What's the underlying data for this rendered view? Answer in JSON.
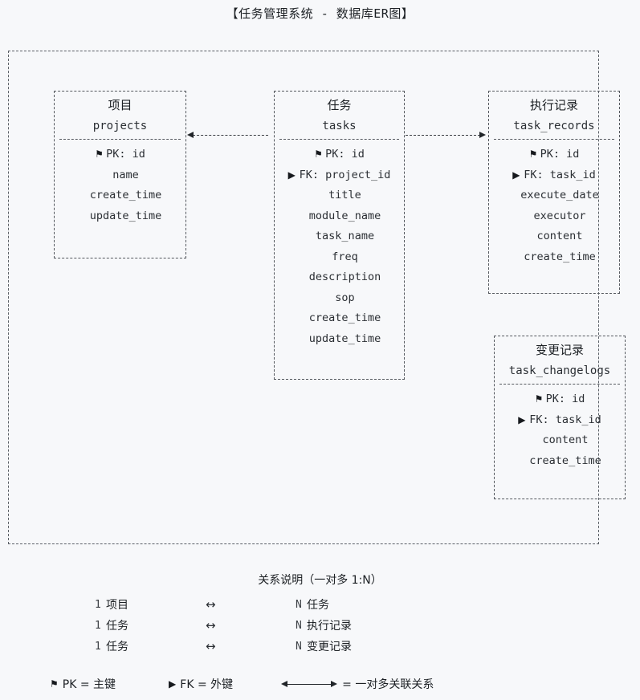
{
  "title": "【任务管理系统 - 数据库ER图】",
  "glyphs": {
    "pk": "⚑",
    "fk": "▶",
    "double_arrow": "↔"
  },
  "colors": {
    "background": "#f7f8fa",
    "text": "#1c2024",
    "line": "#55595f",
    "arrow": "#202428"
  },
  "entities": [
    {
      "key": "projects",
      "cn_name": "项目",
      "en_name": "projects",
      "fields": [
        {
          "glyph": "⚑",
          "kind": "pk",
          "name": "PK: id"
        },
        {
          "glyph": "",
          "kind": "plain",
          "name": "name"
        },
        {
          "glyph": "",
          "kind": "plain",
          "name": "create_time"
        },
        {
          "glyph": "",
          "kind": "plain",
          "name": "update_time"
        }
      ]
    },
    {
      "key": "tasks",
      "cn_name": "任务",
      "en_name": "tasks",
      "fields": [
        {
          "glyph": "⚑",
          "kind": "pk",
          "name": "PK: id"
        },
        {
          "glyph": "▶",
          "kind": "fk",
          "name": "FK: project_id"
        },
        {
          "glyph": "",
          "kind": "plain",
          "name": "title"
        },
        {
          "glyph": "",
          "kind": "plain",
          "name": "module_name"
        },
        {
          "glyph": "",
          "kind": "plain",
          "name": "task_name"
        },
        {
          "glyph": "",
          "kind": "plain",
          "name": "freq"
        },
        {
          "glyph": "",
          "kind": "plain",
          "name": "description"
        },
        {
          "glyph": "",
          "kind": "plain",
          "name": "sop"
        },
        {
          "glyph": "",
          "kind": "plain",
          "name": "create_time"
        },
        {
          "glyph": "",
          "kind": "plain",
          "name": "update_time"
        }
      ]
    },
    {
      "key": "task_records",
      "cn_name": "执行记录",
      "en_name": "task_records",
      "fields": [
        {
          "glyph": "⚑",
          "kind": "pk",
          "name": "PK: id"
        },
        {
          "glyph": "▶",
          "kind": "fk",
          "name": "FK: task_id"
        },
        {
          "glyph": "",
          "kind": "plain",
          "name": "execute_date"
        },
        {
          "glyph": "",
          "kind": "plain",
          "name": "executor"
        },
        {
          "glyph": "",
          "kind": "plain",
          "name": "content"
        },
        {
          "glyph": "",
          "kind": "plain",
          "name": "create_time"
        }
      ]
    },
    {
      "key": "task_changelogs",
      "cn_name": "变更记录",
      "en_name": "task_changelogs",
      "fields": [
        {
          "glyph": "⚑",
          "kind": "pk",
          "name": "PK: id"
        },
        {
          "glyph": "▶",
          "kind": "fk",
          "name": "FK: task_id"
        },
        {
          "glyph": "",
          "kind": "plain",
          "name": "content"
        },
        {
          "glyph": "",
          "kind": "plain",
          "name": "create_time"
        }
      ]
    }
  ],
  "relations_section": {
    "title": "关系说明（一对多 1:N）",
    "rows": [
      {
        "left_card": "1",
        "left": "项目",
        "arrow": "↔",
        "right_card": "N",
        "right": "任务"
      },
      {
        "left_card": "1",
        "left": "任务",
        "arrow": "↔",
        "right_card": "N",
        "right": "执行记录"
      },
      {
        "left_card": "1",
        "left": "任务",
        "arrow": "↔",
        "right_card": "N",
        "right": "变更记录"
      }
    ]
  },
  "key_legend": {
    "pk": {
      "glyph": "⚑",
      "text": "PK = 主键"
    },
    "fk": {
      "glyph": "▶",
      "text": "FK = 外键"
    },
    "rel": {
      "text": "= 一对多关联关系"
    }
  }
}
